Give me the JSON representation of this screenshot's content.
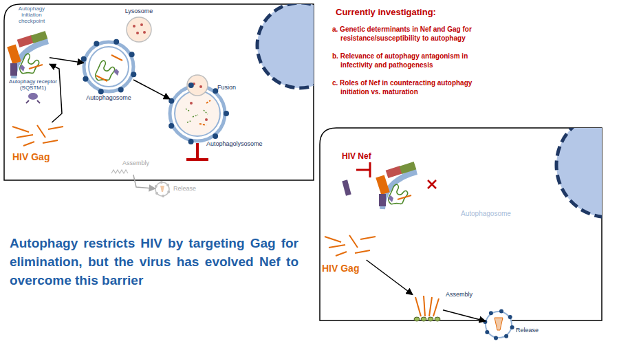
{
  "diagram": {
    "nodes": [
      {
        "text": [
          "Autophagy initiation checkpoint"
        ]
      },
      {
        "text": [
          "Lysosome"
        ]
      },
      {
        "text": [
          "Autophagosome"
        ]
      },
      {
        "text": [
          "Autophagolysosome"
        ]
      },
      {
        "text": [
          "Autophagy receptor (SQSTM1)"
        ]
      },
      {
        "text": [
          "HIV Gag"
        ]
      },
      {
        "text": [
          "Assembly"
        ]
      },
      {
        "text": [
          "Release"
        ]
      },
      {
        "text": [
          "HIV Gag"
        ]
      },
      {
        "text": [
          "Assembly"
        ]
      },
      {
        "text": [
          "Release"
        ]
      }
    ],
    "edges": [
      {
        "from": 0,
        "to": 2,
        "arrow": "to"
      },
      {
        "from": 2,
        "to": 3,
        "arrow": "to"
      },
      {
        "from": 5,
        "to": 0,
        "arrow": "to"
      },
      {
        "from": 6,
        "to": 7,
        "arrow": "to"
      },
      {
        "from": 8,
        "to": 9,
        "arrow": "to"
      },
      {
        "from": 9,
        "to": 10,
        "arrow": "to"
      }
    ],
    "labels": [
      "Fusion",
      "Currently investigating:",
      "a. Genetic determinants in Nef and Gag for resistance/susceptibility to autophagy",
      "b. Relevance of autophagy antagonism in infectivity and pathogenesis",
      "c. Roles of Nef in counteracting autophagy initiation vs. maturation",
      "Autophagy restricts HIV by targeting Gag for elimination, but the virus has evolved Nef to overcome this barrier",
      "HIV Nef",
      "Autophagosome"
    ]
  }
}
